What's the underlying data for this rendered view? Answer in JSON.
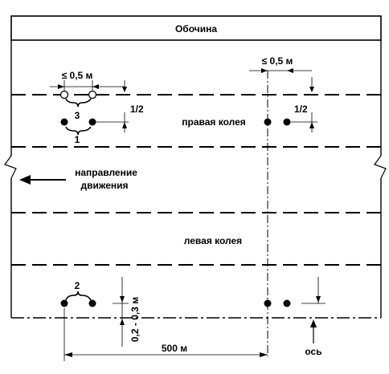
{
  "labels": {
    "shoulder": "Обочина",
    "right_track": "правая колея",
    "left_track": "левая колея",
    "direction_line1": "направление",
    "direction_line2": "движения",
    "dim_top_left": "≤ 0,5 м",
    "dim_top_right": "≤ 0,5 м",
    "half_left": "1/2",
    "half_right": "1/2",
    "dim_vertical": "0,2 - 0,3 м",
    "dim_bottom": "500 м",
    "axis": "ось"
  },
  "callouts": {
    "one": "1",
    "two": "2",
    "three": "3"
  }
}
